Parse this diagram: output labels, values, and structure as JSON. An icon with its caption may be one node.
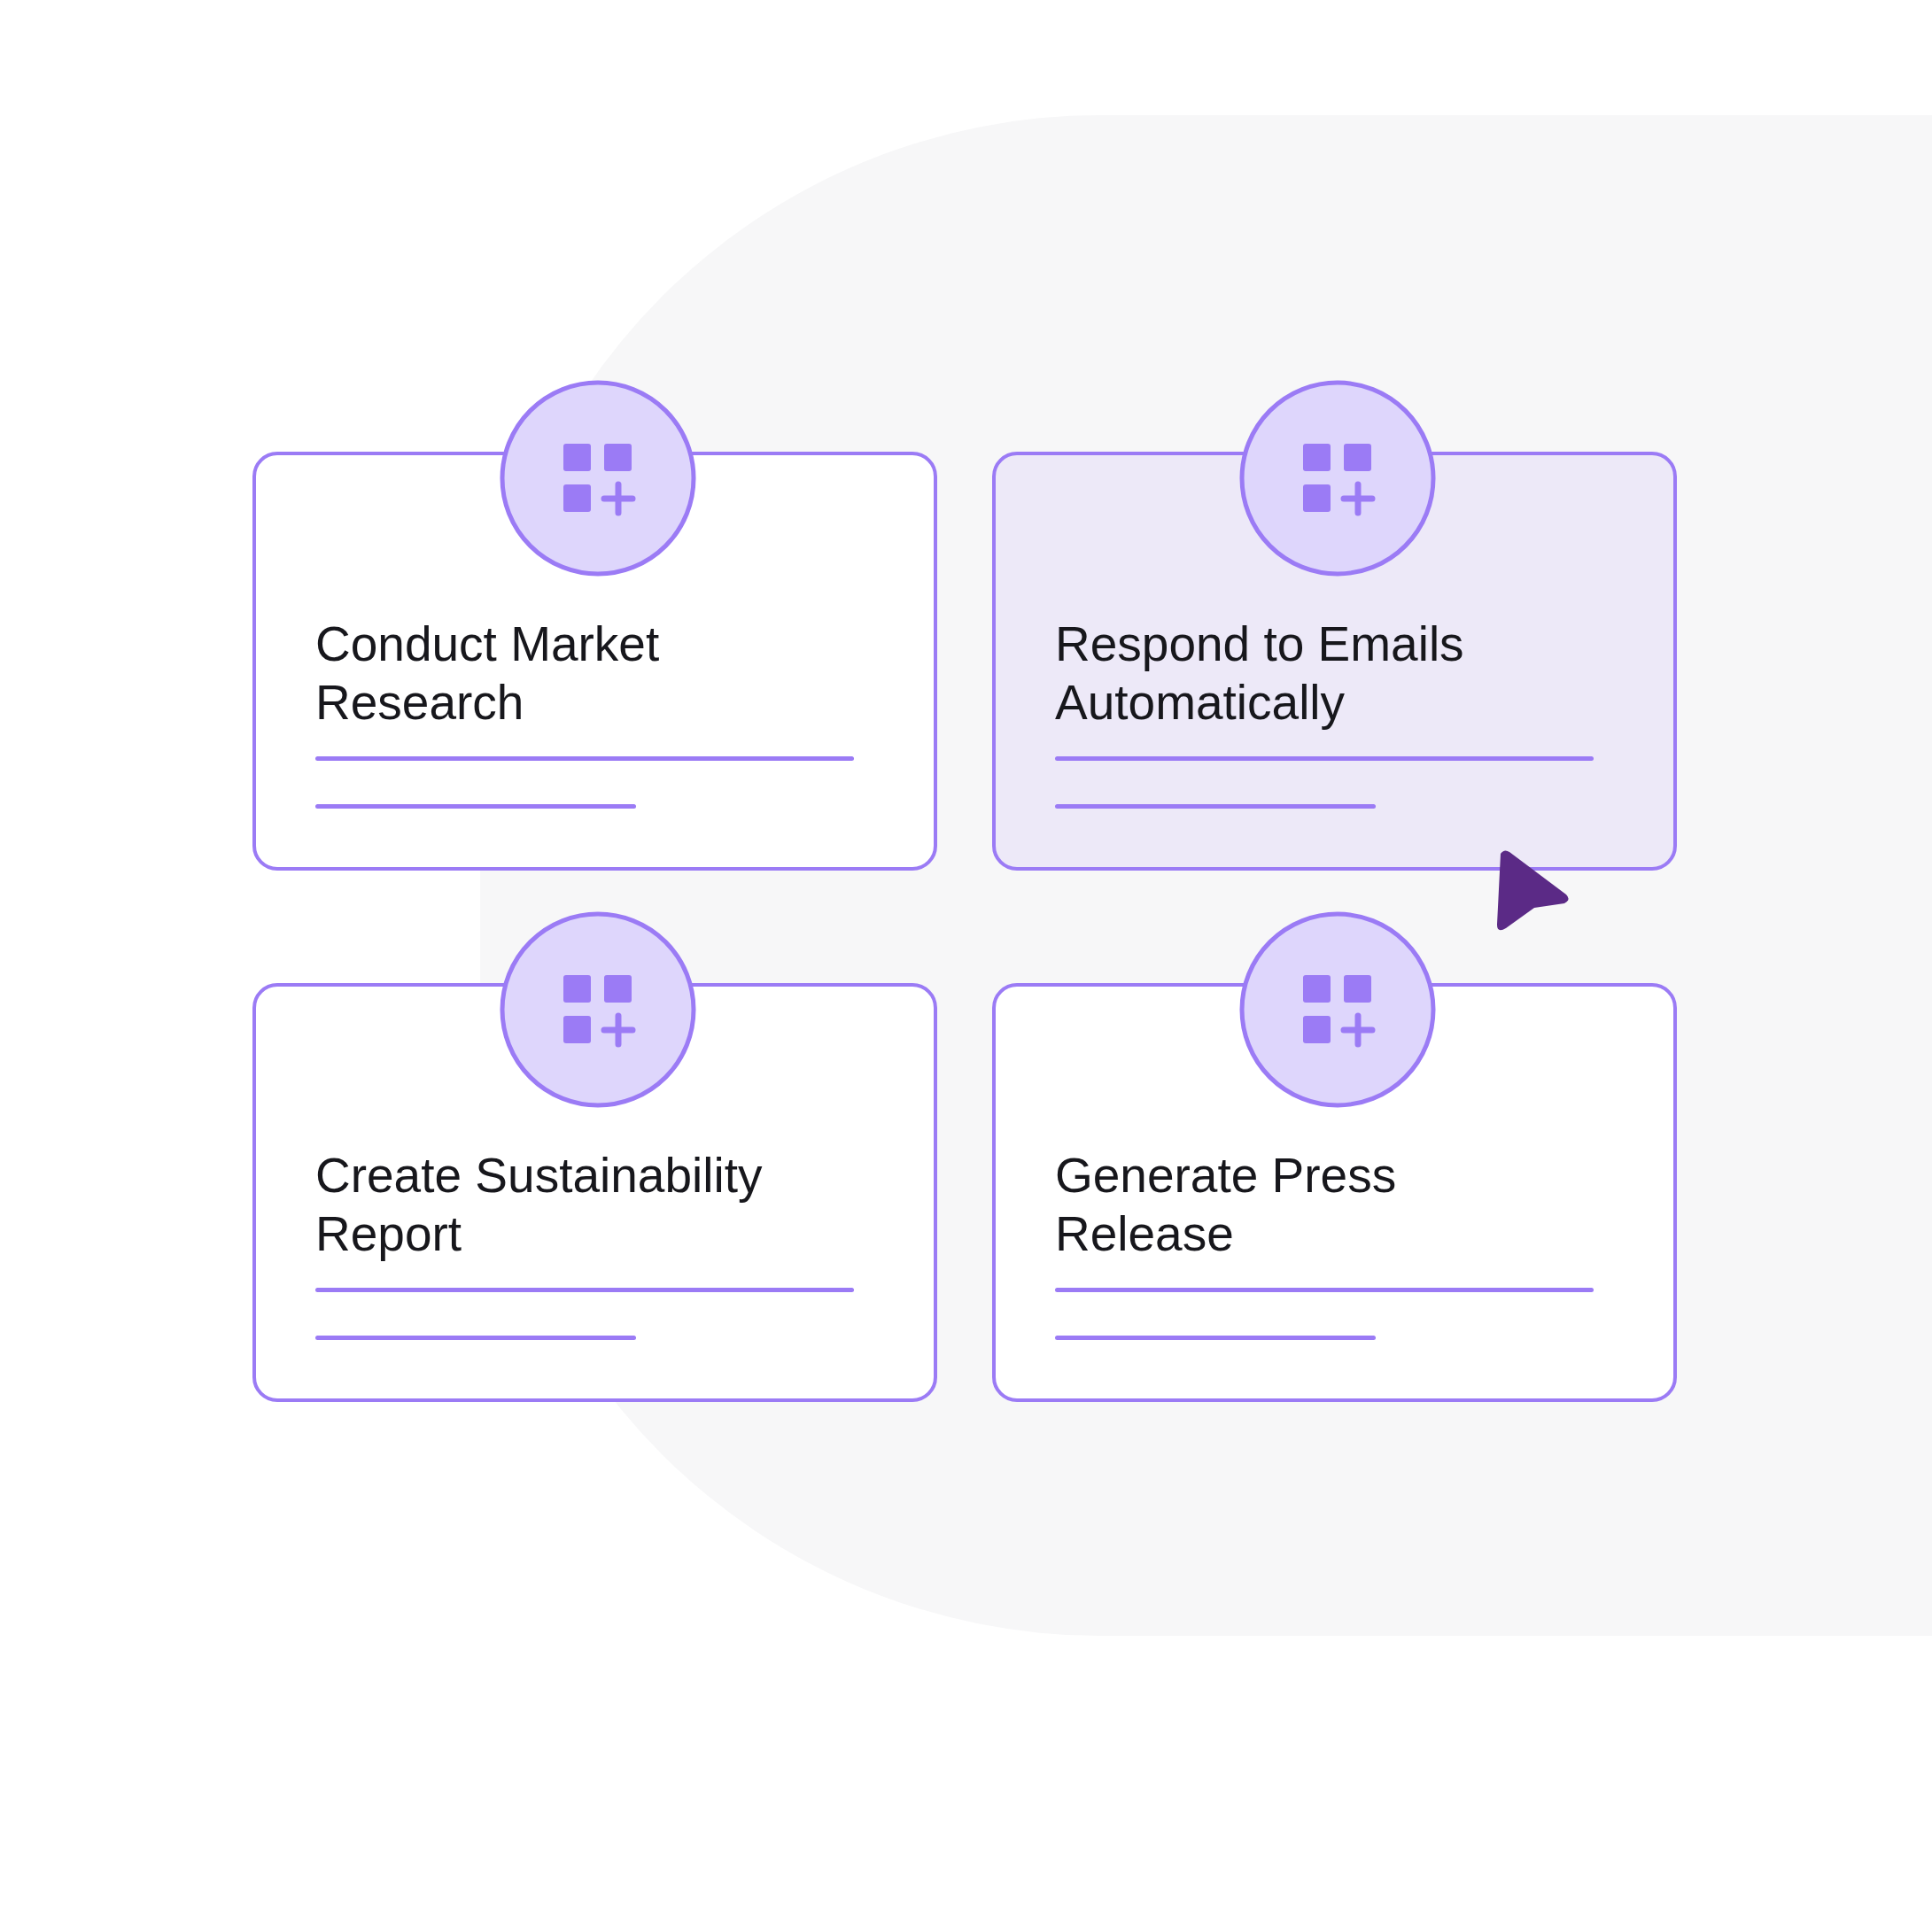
{
  "diagram": {
    "nodes": [
      {
        "text": [
          "Conduct Market Research"
        ]
      },
      {
        "text": [
          "Respond to Emails Automatically"
        ]
      },
      {
        "text": [
          "Create Sustainability Report"
        ]
      },
      {
        "text": [
          "Generate Press Release"
        ]
      }
    ]
  }
}
